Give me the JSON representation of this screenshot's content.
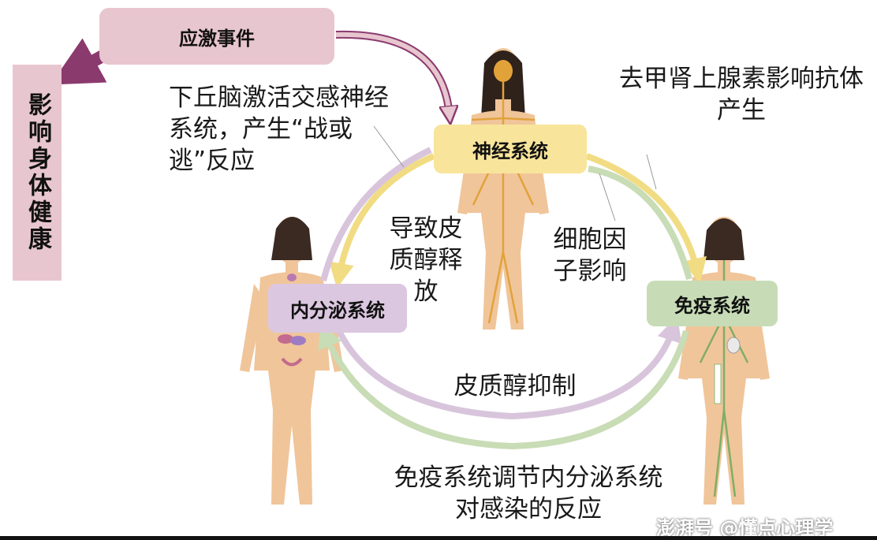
{
  "boxes": {
    "stress": "应激事件",
    "health": "影响身体健康",
    "nervous": "神经系统",
    "endocrine": "内分泌系统",
    "immune": "免疫系统"
  },
  "labels": {
    "hypothalamus": "下丘脑激活交感神经系统，产生“战或逃”反应",
    "cortisol_release": "导致皮质醇释放",
    "cytokine": "细胞因子影响",
    "epinephrine": "去甲肾上腺素影响抗体产生",
    "cortisol_inhibit": "皮质醇抑制",
    "immune_regulate": "免疫系统调节内分泌系统对感染的反应"
  },
  "watermark": "澎湃号 @懂点心理学",
  "colors": {
    "pink_box": "#e8c6cf",
    "yellow_box": "#f8e59b",
    "purple_box": "#dbc7df",
    "green_box": "#c7dcb6",
    "dark_arrow": "#8b3a6e",
    "yellow_arrow": "#f1dc83",
    "purple_arrow": "#d8c5dc",
    "green_arrow": "#c8dcb5",
    "skin": "#f0c59a",
    "nerve": "#e2a23a"
  }
}
